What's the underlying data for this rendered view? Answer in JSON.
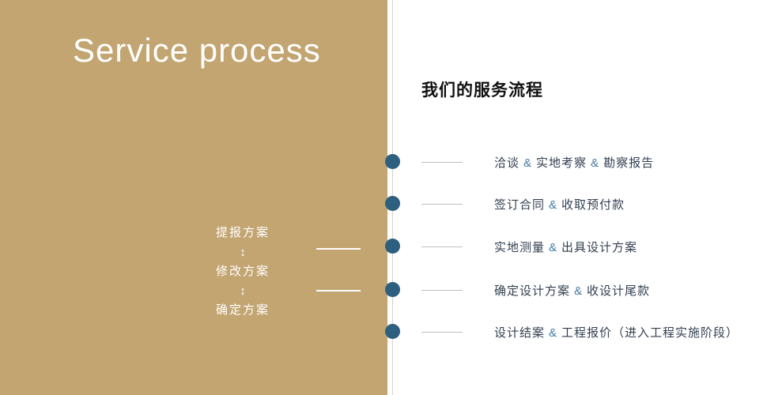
{
  "left_panel": {
    "title": "Service process",
    "bg_color": "#c3a572",
    "workflow": {
      "steps": [
        "提报方案",
        "修改方案",
        "确定方案"
      ],
      "arrow": "↕"
    }
  },
  "divider": {
    "dot_color": "#2d5f7f"
  },
  "right_panel": {
    "heading": "我们的服务流程",
    "amp": "&",
    "steps": [
      {
        "segments": [
          "洽谈",
          "实地考察",
          "勘察报告"
        ]
      },
      {
        "segments": [
          "签订合同",
          "收取预付款"
        ]
      },
      {
        "segments": [
          "实地测量",
          "出具设计方案"
        ]
      },
      {
        "segments": [
          "确定设计方案",
          "收设计尾款"
        ]
      },
      {
        "segments": [
          "设计结案",
          "工程报价（进入工程实施阶段）"
        ]
      }
    ]
  }
}
